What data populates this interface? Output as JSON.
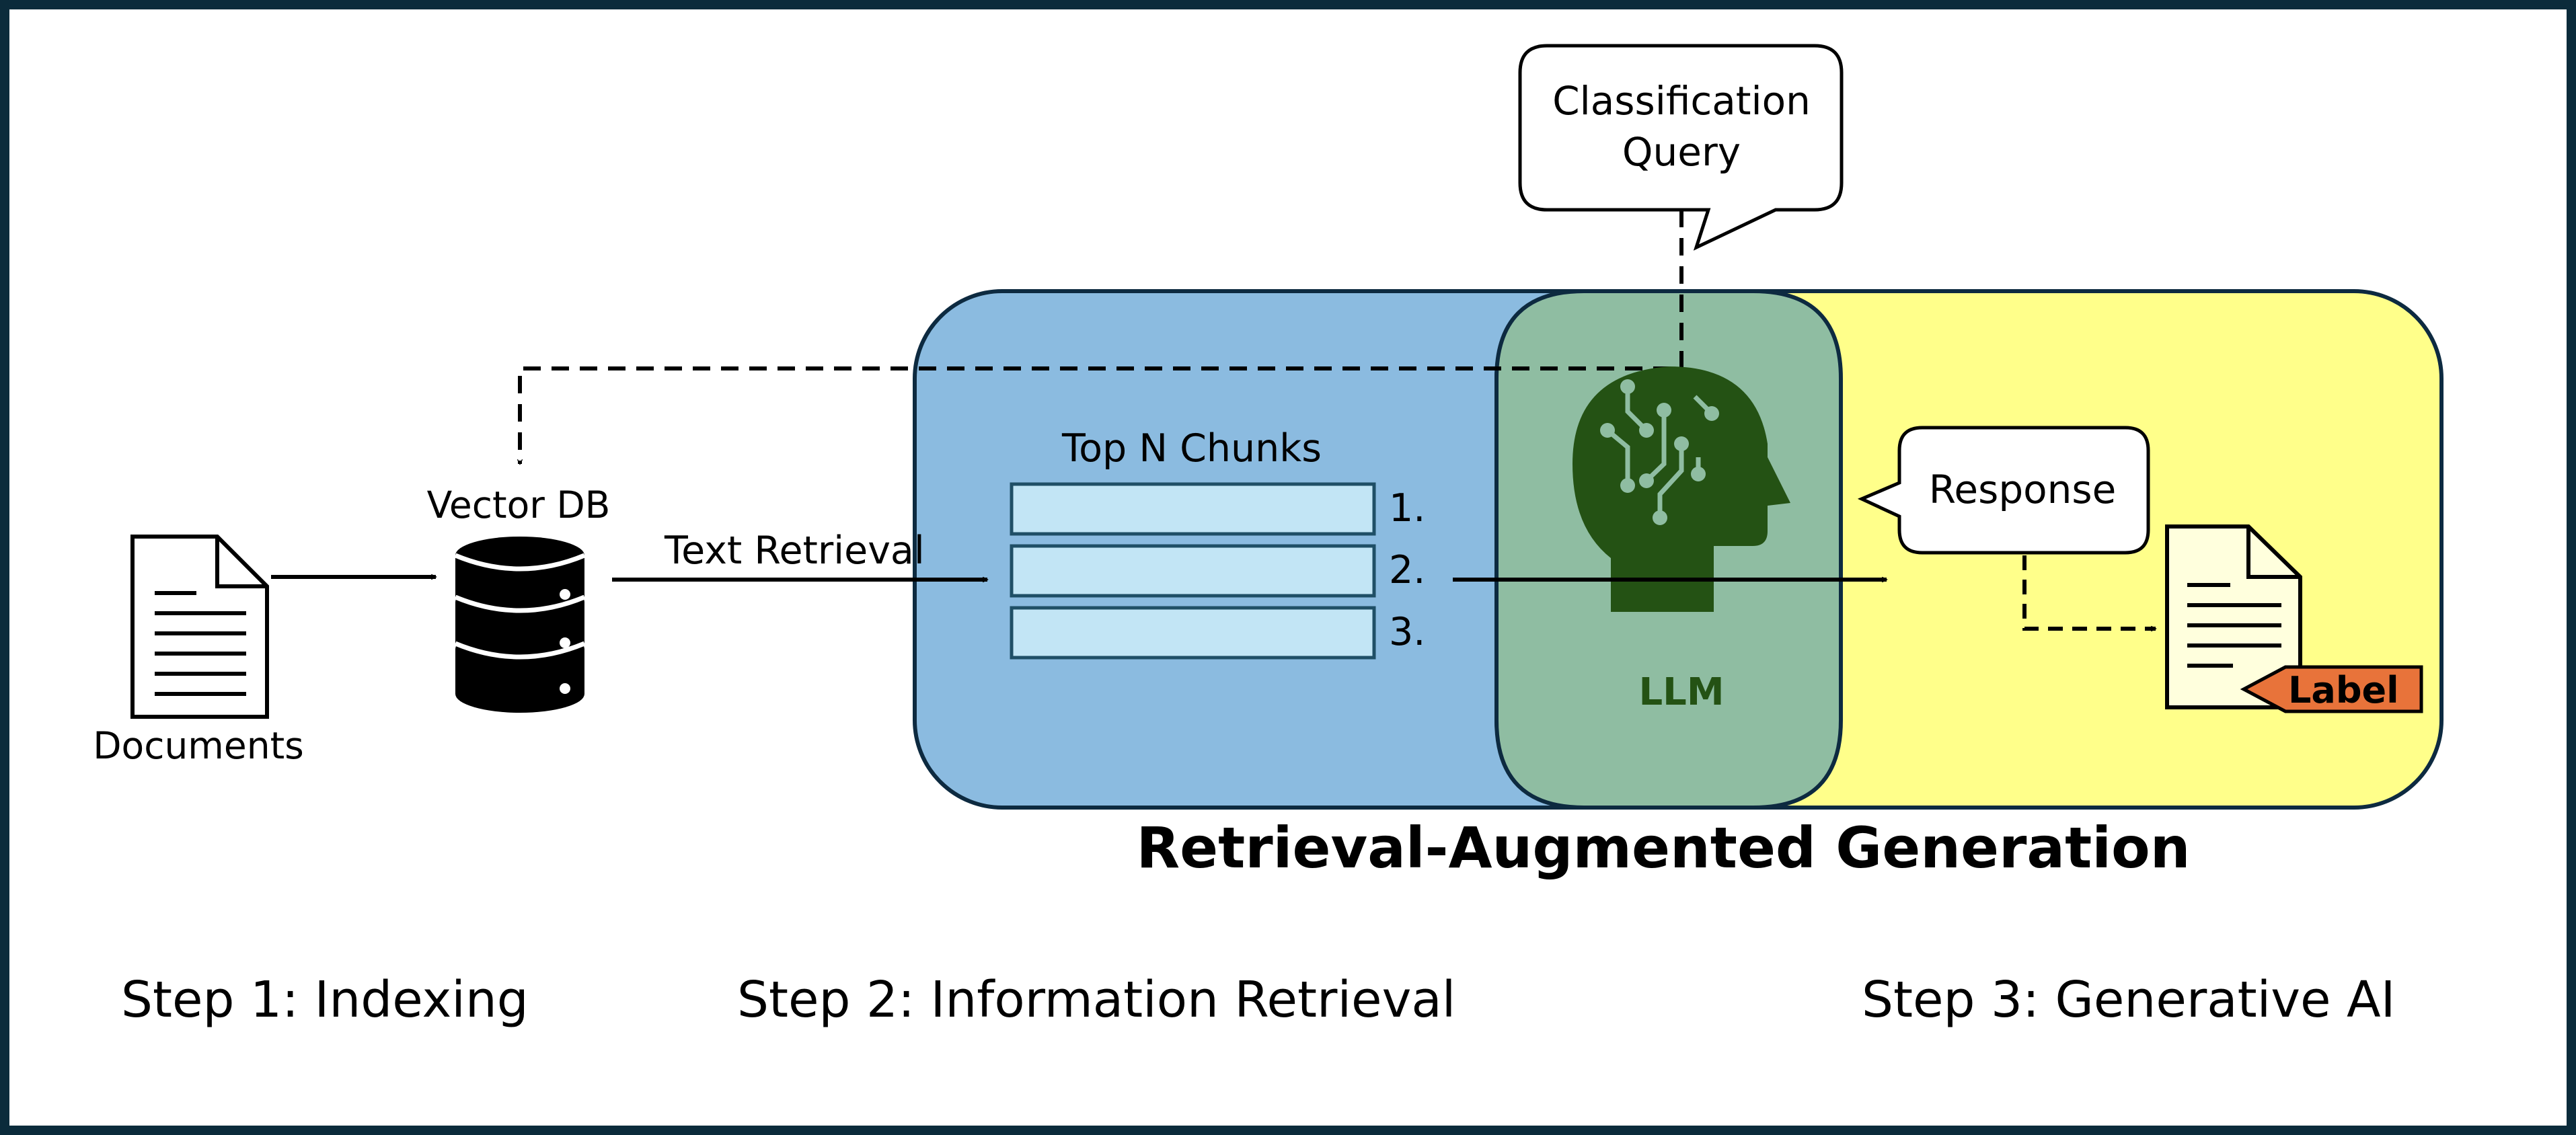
{
  "diagram": {
    "documents_label": "Documents",
    "vector_db_label": "Vector DB",
    "text_retrieval_label": "Text Retrieval",
    "top_chunks_label": "Top N Chunks",
    "chunk_numbers": [
      "1.",
      "2.",
      "3."
    ],
    "query_line1": "Classification",
    "query_line2": "Query",
    "llm_label": "LLM",
    "response_label": "Response",
    "output_label": "Label",
    "rag_title": "Retrieval-Augmented Generation"
  },
  "steps": [
    "Step 1: Indexing",
    "Step 2: Information Retrieval",
    "Step 3: Generative AI"
  ],
  "colors": {
    "frame": "#0b2b3b",
    "retrieval_zone": "#8bbbe0",
    "generation_zone": "#ffff8a",
    "llm_zone": "#8fbda2",
    "head": "#245214",
    "chunk": "#c2e5f5",
    "label_tag": "#e8733a"
  }
}
